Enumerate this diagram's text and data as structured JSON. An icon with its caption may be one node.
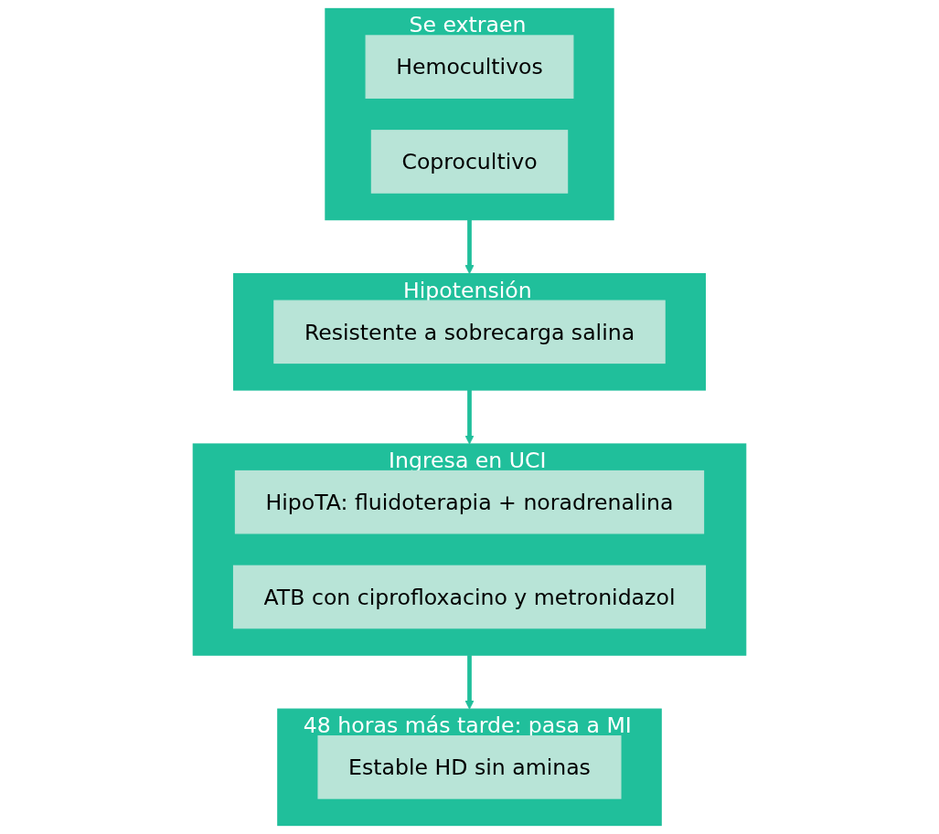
{
  "diagram": {
    "nodes": [
      {
        "text": [
          "Se extraen"
        ]
      },
      {
        "text": [
          "Hemocultivos"
        ],
        "in": 0
      },
      {
        "text": [
          "Coprocultivo"
        ],
        "in": 0
      },
      {
        "text": [
          "Hipotensión"
        ]
      },
      {
        "text": [
          "Resistente a sobrecarga salina"
        ],
        "in": 3
      },
      {
        "text": [
          "Ingresa en UCI"
        ]
      },
      {
        "text": [
          "HipoTA: fluidoterapia + noradrenalina"
        ],
        "in": 5
      },
      {
        "text": [
          "ATB con ciprofloxacino y metronidazol"
        ],
        "in": 5
      },
      {
        "text": [
          "48 horas más tarde: pasa a MI"
        ]
      },
      {
        "text": [
          "Estable HD sin aminas"
        ],
        "in": 8
      }
    ],
    "edges": [
      {
        "from": 0,
        "to": 3,
        "arrow": "to"
      },
      {
        "from": 3,
        "to": 5,
        "arrow": "to"
      },
      {
        "from": 5,
        "to": 8,
        "arrow": "to"
      }
    ]
  }
}
